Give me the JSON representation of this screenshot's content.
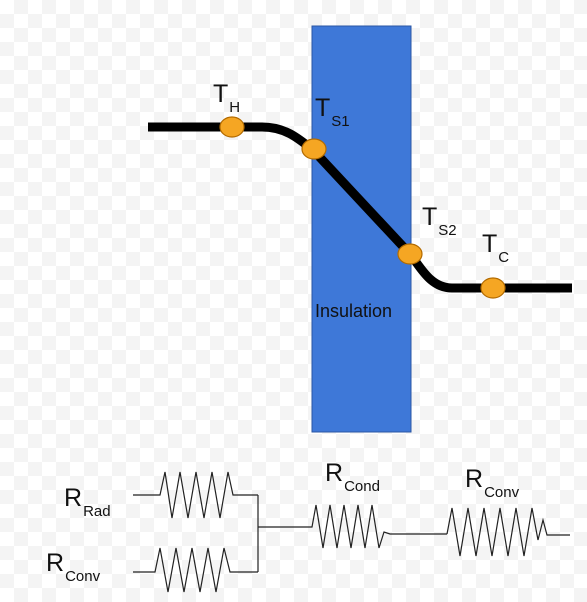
{
  "colors": {
    "insulation_fill": "#3e78d8",
    "insulation_stroke": "#2a56a3",
    "temperature_line": "#000000",
    "node_fill": "#f5a623",
    "node_stroke": "#b36b00",
    "resistor_line": "#222222"
  },
  "insulation": {
    "label": "Insulation"
  },
  "nodes": {
    "th": {
      "main": "T",
      "sub": "H"
    },
    "ts1": {
      "main": "T",
      "sub": "S1"
    },
    "ts2": {
      "main": "T",
      "sub": "S2"
    },
    "tc": {
      "main": "T",
      "sub": "C"
    }
  },
  "resistors": {
    "rad": {
      "main": "R",
      "sub": "Rad"
    },
    "conv_left": {
      "main": "R",
      "sub": "Conv"
    },
    "cond": {
      "main": "R",
      "sub": "Cond"
    },
    "conv_right": {
      "main": "R",
      "sub": "Conv"
    }
  }
}
